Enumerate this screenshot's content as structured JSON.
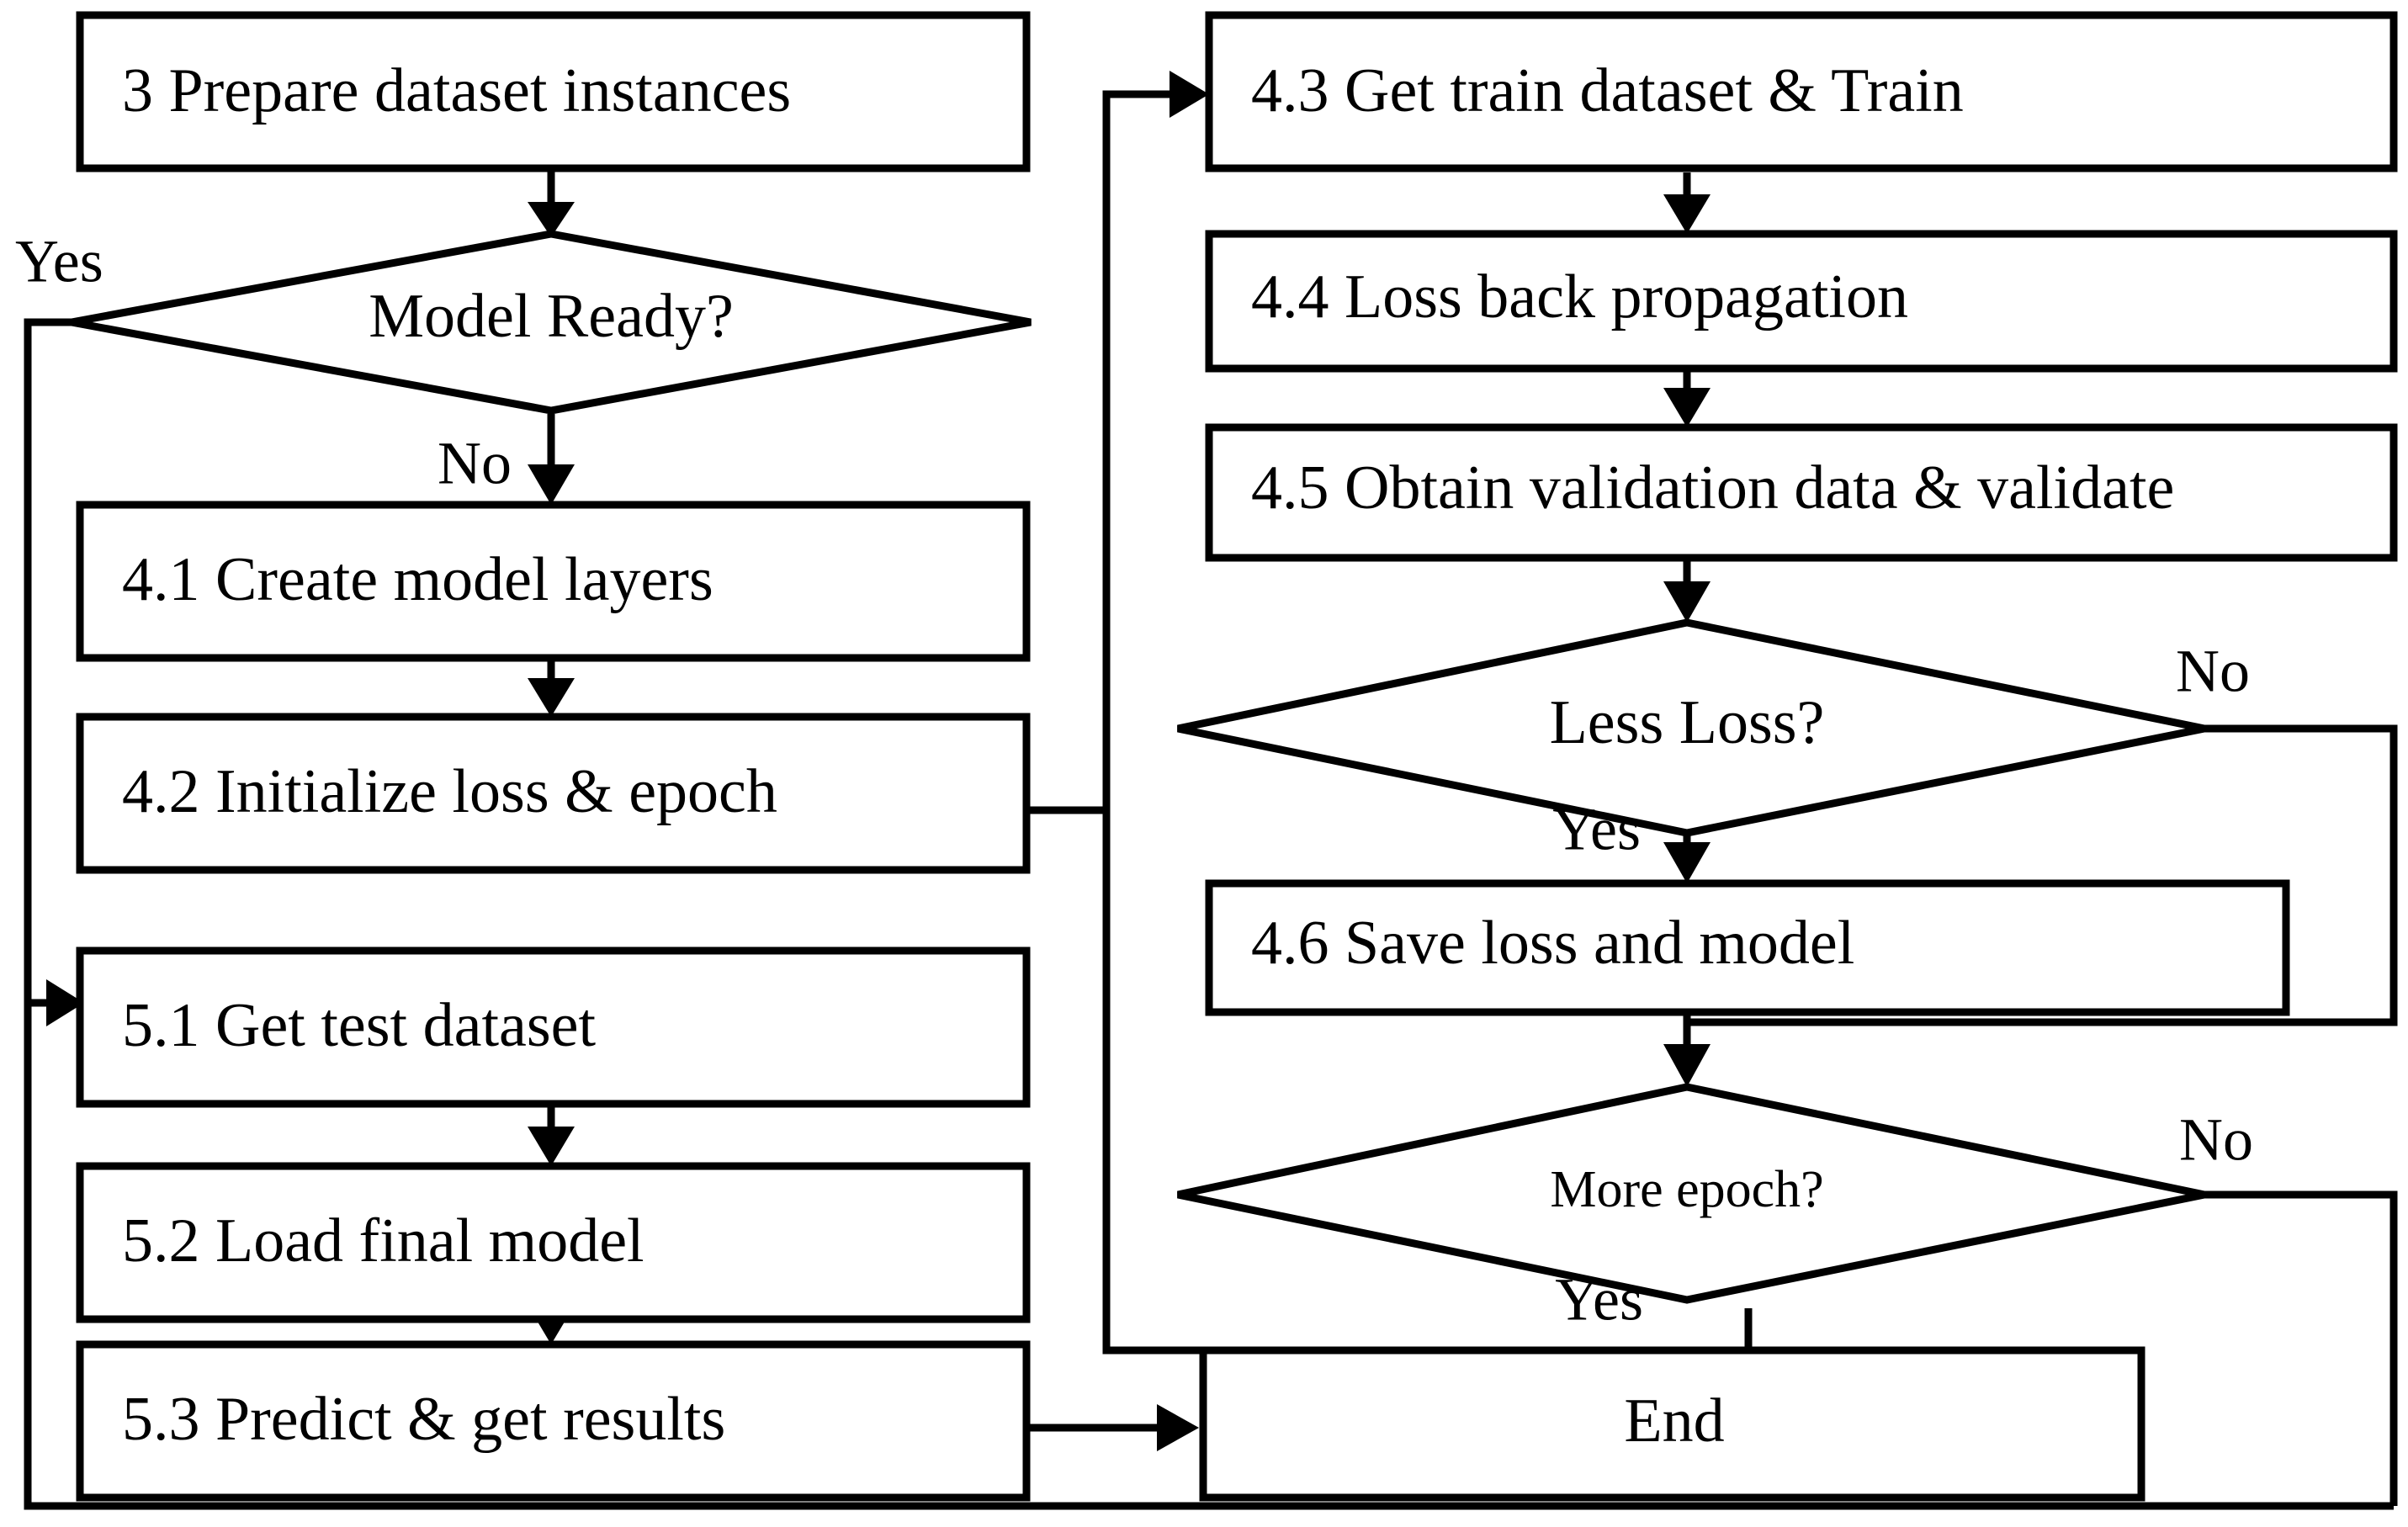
{
  "diagram": {
    "title": "Model training and testing flowchart",
    "type": "flowchart",
    "colors": {
      "stroke": "#000000",
      "fill": "#ffffff",
      "text": "#000000"
    },
    "nodes": [
      {
        "id": "n3",
        "shape": "process",
        "label": "3 Prepare dataset instances"
      },
      {
        "id": "d1",
        "shape": "decision",
        "label": "Model Ready?"
      },
      {
        "id": "n41",
        "shape": "process",
        "label": "4.1 Create model layers"
      },
      {
        "id": "n42",
        "shape": "process",
        "label": "4.2 Initialize loss & epoch"
      },
      {
        "id": "n51",
        "shape": "process",
        "label": "5.1 Get test dataset"
      },
      {
        "id": "n52",
        "shape": "process",
        "label": "5.2 Load final model"
      },
      {
        "id": "n53",
        "shape": "process",
        "label": "5.3 Predict & get results"
      },
      {
        "id": "n43",
        "shape": "process",
        "label": "4.3 Get train dataset & Train"
      },
      {
        "id": "n44",
        "shape": "process",
        "label": "4.4 Loss back propagation"
      },
      {
        "id": "n45",
        "shape": "process",
        "label": "4.5 Obtain validation data & validate"
      },
      {
        "id": "d2",
        "shape": "decision",
        "label": "Less Loss?"
      },
      {
        "id": "n46",
        "shape": "process",
        "label": "4.6 Save loss and model"
      },
      {
        "id": "d3",
        "shape": "decision",
        "label": "More epoch?"
      },
      {
        "id": "end",
        "shape": "process",
        "label": "End"
      }
    ],
    "edges": [
      {
        "from": "n3",
        "to": "d1",
        "label": ""
      },
      {
        "from": "d1",
        "to": "n41",
        "label": "No"
      },
      {
        "from": "d1",
        "to": "n51",
        "label": "Yes"
      },
      {
        "from": "n41",
        "to": "n42",
        "label": ""
      },
      {
        "from": "n42",
        "to": "n43",
        "label": ""
      },
      {
        "from": "n51",
        "to": "n52",
        "label": ""
      },
      {
        "from": "n52",
        "to": "n53",
        "label": ""
      },
      {
        "from": "n53",
        "to": "end",
        "label": ""
      },
      {
        "from": "n43",
        "to": "n44",
        "label": ""
      },
      {
        "from": "n44",
        "to": "n45",
        "label": ""
      },
      {
        "from": "n45",
        "to": "d2",
        "label": ""
      },
      {
        "from": "d2",
        "to": "n46",
        "label": "Yes"
      },
      {
        "from": "d2",
        "to": "d3",
        "label": "No"
      },
      {
        "from": "n46",
        "to": "d3",
        "label": ""
      },
      {
        "from": "d3",
        "to": "n43",
        "label": "Yes"
      },
      {
        "from": "d3",
        "to": "n51",
        "label": "No"
      }
    ],
    "edge_labels": {
      "model_ready_yes": "Yes",
      "model_ready_no": "No",
      "less_loss_no": "No",
      "less_loss_yes": "Yes",
      "more_epoch_no": "No",
      "more_epoch_yes": "Yes"
    }
  }
}
